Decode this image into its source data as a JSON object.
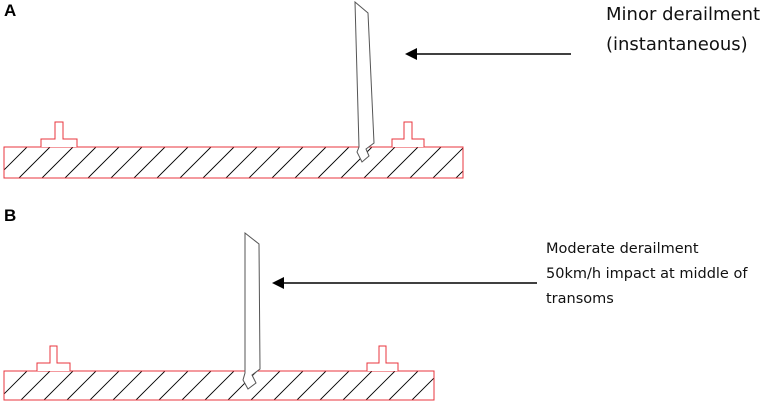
{
  "panels": [
    {
      "id": "A",
      "label": "A",
      "caption_lines": [
        "Minor derailment",
        "(instantaneous)"
      ]
    },
    {
      "id": "B",
      "label": "B",
      "caption_lines": [
        "Moderate derailment",
        "50km/h impact at middle of",
        "transoms"
      ]
    }
  ],
  "colors": {
    "transom": "#e8343c",
    "wheel": "#555555",
    "arrow": "#000000",
    "hatch": "#000000"
  }
}
